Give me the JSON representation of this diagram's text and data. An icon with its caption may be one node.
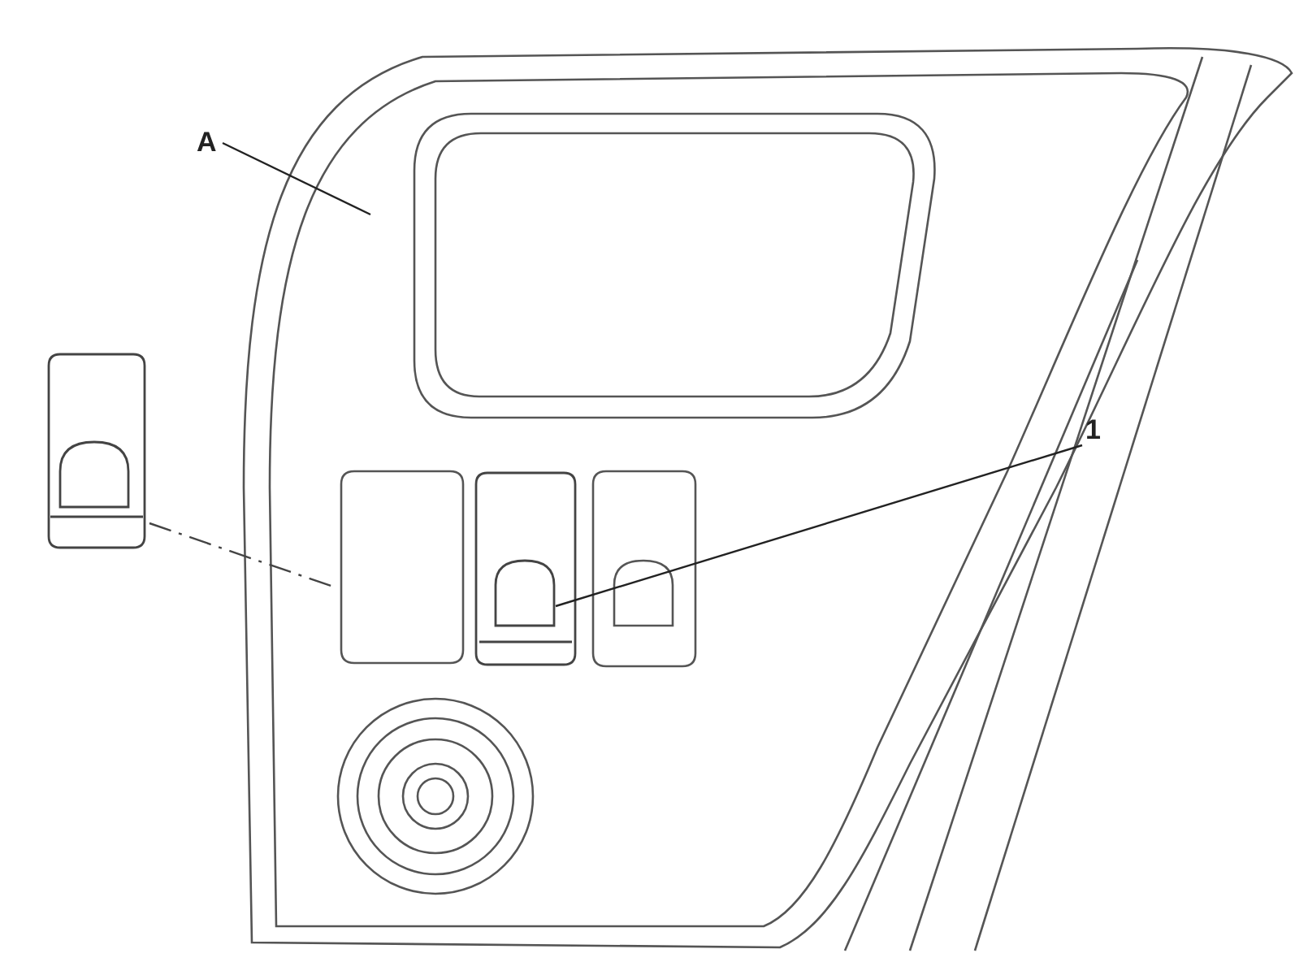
{
  "diagram": {
    "nodes": [
      {
        "text": [
          "A"
        ]
      },
      {
        "text": [],
        "shape": "picture"
      },
      {
        "text": [
          "1"
        ]
      },
      {
        "text": [],
        "shape": "picture",
        "in": 1
      }
    ],
    "edges": [
      {
        "from": 0,
        "to": 1,
        "arrow": "none"
      },
      {
        "from": 2,
        "to": 3,
        "arrow": "none"
      }
    ]
  }
}
